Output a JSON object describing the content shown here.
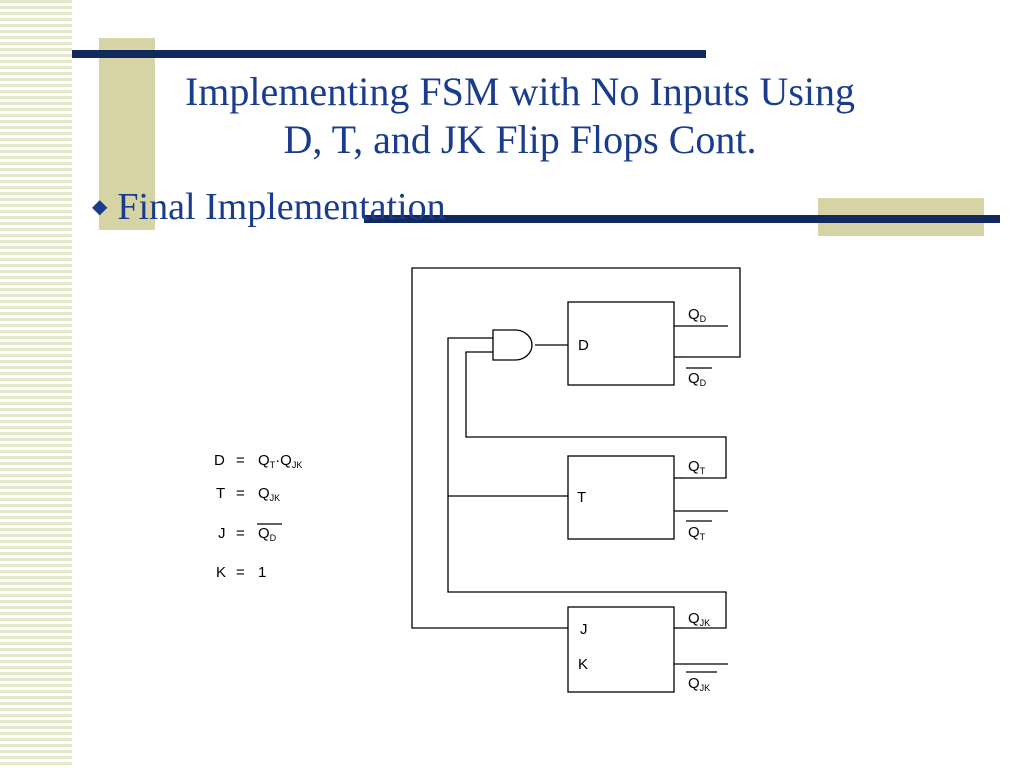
{
  "title": {
    "line1": "Implementing FSM with No Inputs Using",
    "line2": "D, T, and JK Flip Flops Cont."
  },
  "bullet": {
    "icon": "diamond-bullet-icon",
    "text": "Final Implementation"
  },
  "colors": {
    "title": "#1a3c8c",
    "accent_navy": "#12295e",
    "accent_khaki": "#d6d4a4",
    "stripe": "#e4e7c9"
  },
  "equations": [
    {
      "lhs": "D",
      "eq": "=",
      "rhs": "Q",
      "sub1": "T",
      "dot": "·",
      "rhs2": "Q",
      "sub2": "JK"
    },
    {
      "lhs": "T",
      "eq": "=",
      "rhs": "Q",
      "sub1": "JK"
    },
    {
      "lhs": "J",
      "eq": "=",
      "rhs": "Q",
      "sub1": "D",
      "overbar": true
    },
    {
      "lhs": "K",
      "eq": "=",
      "rhs": "1"
    }
  ],
  "flipflops": {
    "d": {
      "input": "D",
      "q": "Q",
      "q_sub": "D",
      "qbar": "Q",
      "qbar_sub": "D"
    },
    "t": {
      "input": "T",
      "q": "Q",
      "q_sub": "T",
      "qbar": "Q",
      "qbar_sub": "T"
    },
    "jk": {
      "input_j": "J",
      "input_k": "K",
      "q": "Q",
      "q_sub": "JK",
      "qbar": "Q",
      "qbar_sub": "JK"
    }
  }
}
